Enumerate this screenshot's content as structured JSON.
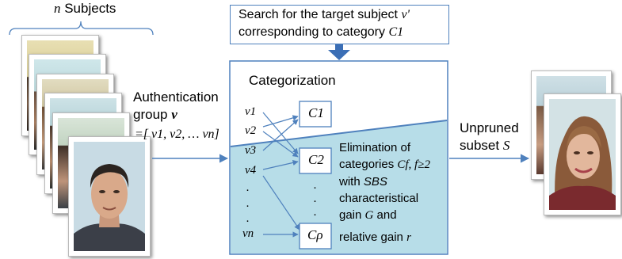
{
  "subjects_label": {
    "var": "n",
    "text": " Subjects"
  },
  "search_box": {
    "line1_text": "Search for the target subject ",
    "line1_var": "v'",
    "line2_text": "corresponding to category ",
    "line2_var": "C1"
  },
  "categorization": {
    "title": "Categorization",
    "inputs": [
      "v1",
      "v2",
      "v3",
      "v4",
      ".",
      ".",
      ".",
      "vn"
    ],
    "categories": [
      "C1",
      "C2",
      "Cρ"
    ],
    "middle_dots": [
      ".",
      ".",
      "."
    ]
  },
  "authentication": {
    "line1": "Authentication",
    "line2_text": "group ",
    "line2_var": "v",
    "line3": "=[ v1, v2, … vn]"
  },
  "elimination": {
    "line1": "Elimination of",
    "line2_text": "categories ",
    "line2_var": "Cf, f≥2",
    "line3_text": "with ",
    "line3_var": "SBS",
    "line4": "characteristical",
    "line5_text": "gain ",
    "line5_var": "G",
    "line5_rest": " and",
    "line6_text": "relative gain ",
    "line6_var": "r"
  },
  "output": {
    "line1": "Unpruned",
    "line2_text": "subset ",
    "line2_var": "S"
  },
  "colors": {
    "accent_fill": "#b7dde8",
    "arrow_blue": "#4f81bd",
    "search_arrow": "#3b6eb5"
  }
}
